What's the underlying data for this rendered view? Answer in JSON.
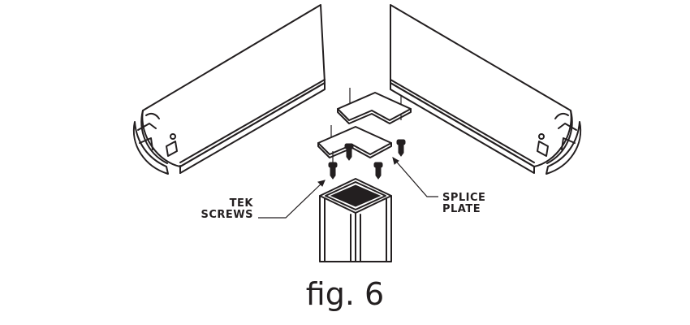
{
  "labels": {
    "tek_line1": "TEK",
    "tek_line2": "SCREWS",
    "splice_line1": "SPLICE",
    "splice_line2": "PLATE"
  },
  "caption": "fig. 6",
  "colors": {
    "line": "#231f20",
    "background": "#ffffff"
  }
}
